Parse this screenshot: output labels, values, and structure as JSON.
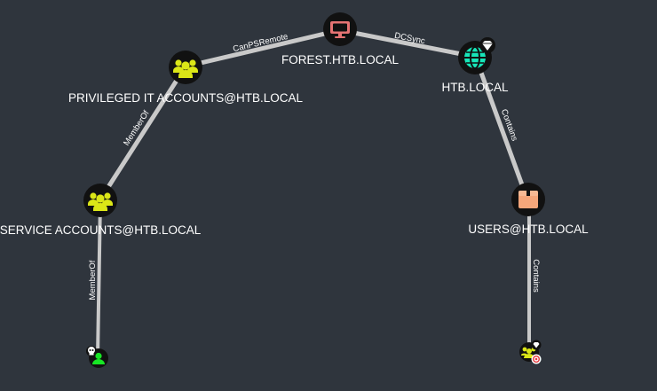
{
  "graph": {
    "nodes": {
      "forest": {
        "label": "FOREST.HTB.LOCAL",
        "type": "computer",
        "color": "#e57373"
      },
      "htb": {
        "label": "HTB.LOCAL",
        "type": "domain",
        "color": "#17e6b9"
      },
      "privileged": {
        "label": "PRIVILEGED IT ACCOUNTS@HTB.LOCAL",
        "type": "group",
        "color": "#dbe617"
      },
      "service": {
        "label": "SERVICE ACCOUNTS@HTB.LOCAL",
        "type": "group",
        "color": "#dbe617"
      },
      "users": {
        "label": "USERS@HTB.LOCAL",
        "type": "ou",
        "color": "#f5a67a"
      },
      "svcuser": {
        "label": "",
        "type": "user-owned",
        "color": "#17e625"
      },
      "target": {
        "label": "",
        "type": "group-target",
        "color": "#dbe617"
      }
    },
    "edges": {
      "canpsremote": "CanPSRemote",
      "dcsync": "DCSync",
      "memberof1": "MemberOf",
      "memberof2": "MemberOf",
      "contains1": "Contains",
      "contains2": "Contains"
    }
  }
}
